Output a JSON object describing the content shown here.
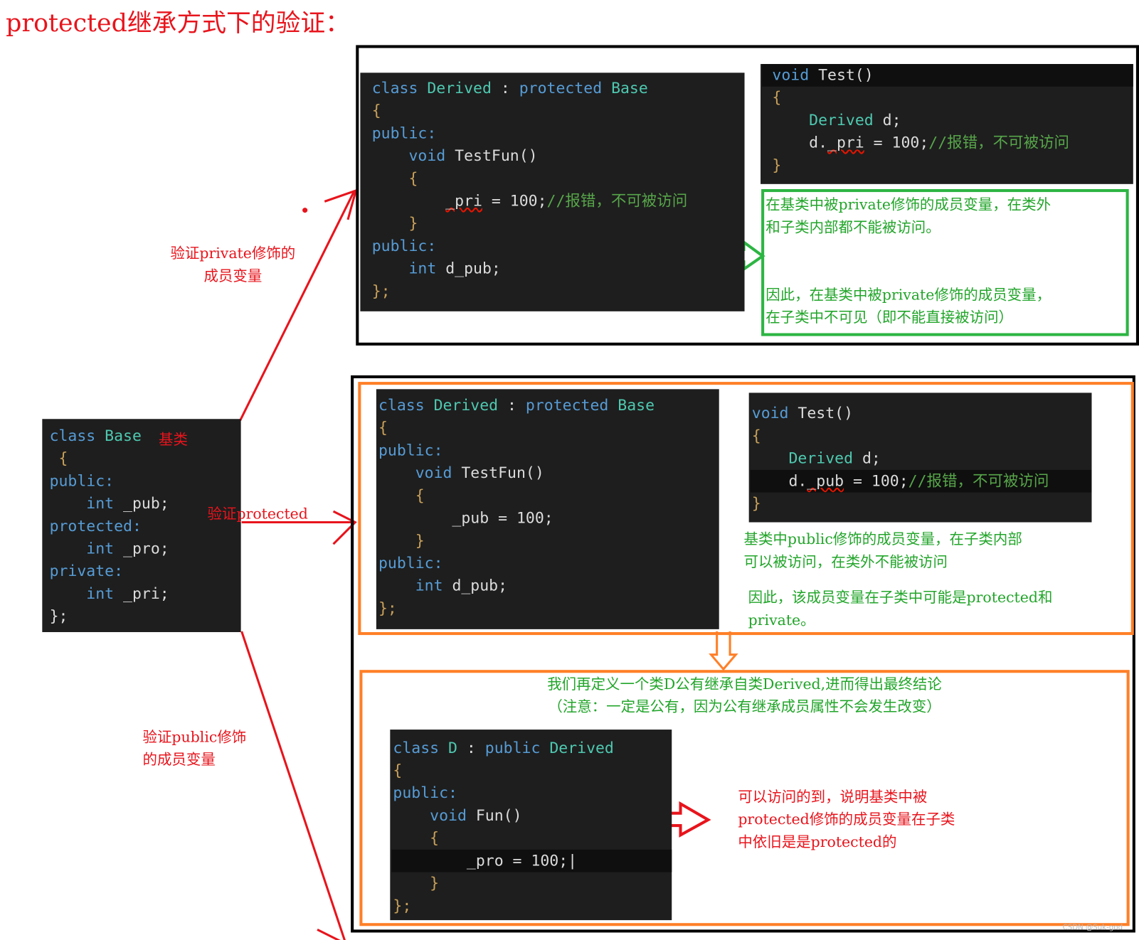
{
  "title": "protected继承方式下的验证：",
  "annotations": {
    "verify_private": [
      "验证private修饰的",
      "成员变量"
    ],
    "verify_protected": "验证protected",
    "verify_public": [
      "验证public修饰",
      "的成员变量"
    ],
    "base_label": "基类"
  },
  "colors": {
    "red": "#e8141c",
    "green": "#2db543",
    "orange": "#ff7f27",
    "code_bg": "#1e1e1e"
  },
  "code_blocks": {
    "base": [
      [
        {
          "t": "class ",
          "c": "k"
        },
        {
          "t": "Base",
          "c": "t"
        }
      ],
      [
        {
          "t": " {",
          "c": "b"
        }
      ],
      [
        {
          "t": "public:",
          "c": "k"
        }
      ],
      [
        {
          "t": "    int ",
          "c": "k"
        },
        {
          "t": "_pub;",
          "c": "p"
        }
      ],
      [
        {
          "t": "protected:",
          "c": "k"
        }
      ],
      [
        {
          "t": "    int ",
          "c": "k"
        },
        {
          "t": "_pro;",
          "c": "p"
        }
      ],
      [
        {
          "t": "private:",
          "c": "k"
        }
      ],
      [
        {
          "t": "    int ",
          "c": "k"
        },
        {
          "t": "_pri;",
          "c": "p"
        }
      ],
      [
        {
          "t": "};",
          "c": "p"
        }
      ]
    ],
    "derived1": [
      [
        {
          "t": "class ",
          "c": "k"
        },
        {
          "t": "Derived",
          "c": "t"
        },
        {
          "t": " : ",
          "c": "p"
        },
        {
          "t": "protected ",
          "c": "k"
        },
        {
          "t": "Base",
          "c": "t"
        }
      ],
      [
        {
          "t": "{",
          "c": "b"
        }
      ],
      [
        {
          "t": "public:",
          "c": "k"
        }
      ],
      [
        {
          "t": "    void ",
          "c": "k"
        },
        {
          "t": "TestFun()",
          "c": "p"
        }
      ],
      [
        {
          "t": "    {",
          "c": "b"
        }
      ],
      [
        {
          "t": "        ",
          "c": "p"
        },
        {
          "t": "_pri",
          "c": "p",
          "e": true
        },
        {
          "t": " = 100;",
          "c": "p"
        },
        {
          "t": "//报错，不可被访问",
          "c": "c"
        }
      ],
      [
        {
          "t": "    }",
          "c": "b"
        }
      ],
      [
        {
          "t": "public:",
          "c": "k"
        }
      ],
      [
        {
          "t": "    int ",
          "c": "k"
        },
        {
          "t": "d_pub;",
          "c": "p"
        }
      ],
      [
        {
          "t": "};",
          "c": "b"
        }
      ]
    ],
    "test1": [
      [
        {
          "t": "void ",
          "c": "k"
        },
        {
          "t": "Test()",
          "c": "p"
        }
      ],
      [
        {
          "t": "{",
          "c": "b"
        }
      ],
      [
        {
          "t": "    ",
          "c": "p"
        },
        {
          "t": "Derived",
          "c": "t"
        },
        {
          "t": " d;",
          "c": "p"
        }
      ],
      [
        {
          "t": "    d.",
          "c": "p"
        },
        {
          "t": "_pri",
          "c": "p",
          "e": true
        },
        {
          "t": " = 100;",
          "c": "p"
        },
        {
          "t": "//报错，不可被访问",
          "c": "c"
        }
      ],
      [
        {
          "t": "}",
          "c": "b"
        }
      ]
    ],
    "derived2": [
      [
        {
          "t": "class ",
          "c": "k"
        },
        {
          "t": "Derived",
          "c": "t"
        },
        {
          "t": " : ",
          "c": "p"
        },
        {
          "t": "protected ",
          "c": "k"
        },
        {
          "t": "Base",
          "c": "t"
        }
      ],
      [
        {
          "t": "{",
          "c": "b"
        }
      ],
      [
        {
          "t": "public:",
          "c": "k"
        }
      ],
      [
        {
          "t": "    void ",
          "c": "k"
        },
        {
          "t": "TestFun()",
          "c": "p"
        }
      ],
      [
        {
          "t": "    {",
          "c": "b"
        }
      ],
      [
        {
          "t": "        _pub = 100;",
          "c": "p"
        }
      ],
      [
        {
          "t": "    }",
          "c": "b"
        }
      ],
      [
        {
          "t": "public:",
          "c": "k"
        }
      ],
      [
        {
          "t": "    int ",
          "c": "k"
        },
        {
          "t": "d_pub;",
          "c": "p"
        }
      ],
      [
        {
          "t": "};",
          "c": "b"
        }
      ]
    ],
    "test2": [
      [
        {
          "t": "void ",
          "c": "k"
        },
        {
          "t": "Test()",
          "c": "p"
        }
      ],
      [
        {
          "t": "{",
          "c": "b"
        }
      ],
      [
        {
          "t": "    ",
          "c": "p"
        },
        {
          "t": "Derived",
          "c": "t"
        },
        {
          "t": " d;",
          "c": "p"
        }
      ],
      [
        {
          "t": "    d.",
          "c": "p"
        },
        {
          "t": "_pub",
          "c": "p",
          "e": true
        },
        {
          "t": " = 100;",
          "c": "p"
        },
        {
          "t": "//报错，不可被访问",
          "c": "c"
        }
      ],
      [
        {
          "t": "}",
          "c": "b"
        }
      ]
    ],
    "classD": [
      [
        {
          "t": "class ",
          "c": "k"
        },
        {
          "t": "D",
          "c": "t"
        },
        {
          "t": " : ",
          "c": "p"
        },
        {
          "t": "public ",
          "c": "k"
        },
        {
          "t": "Derived",
          "c": "t"
        }
      ],
      [
        {
          "t": "{",
          "c": "b"
        }
      ],
      [
        {
          "t": "public:",
          "c": "k"
        }
      ],
      [
        {
          "t": "    void ",
          "c": "k"
        },
        {
          "t": "Fun()",
          "c": "p"
        }
      ],
      [
        {
          "t": "    {",
          "c": "b"
        }
      ],
      [
        {
          "t": "        _pro = 100;|",
          "c": "p"
        }
      ],
      [
        {
          "t": "    }",
          "c": "b"
        }
      ],
      [
        {
          "t": "};",
          "c": "b"
        }
      ]
    ]
  },
  "notes": {
    "private_conclusion": [
      "在基类中被private修饰的成员变量，在类外",
      "和子类内部都不能被访问。",
      "因此，在基类中被private修饰的成员变量，",
      "在子类中不可见（即不能直接被访问）"
    ],
    "public_conclusion": [
      "基类中public修饰的成员变量，在子类内部",
      "可以被访问，在类外不能被访问",
      "因此，该成员变量在子类中可能是protected和",
      "private。"
    ],
    "define_d": [
      "我们再定义一个类D公有继承自类Derived,进而得出最终结论",
      "（注意：一定是公有，因为公有继承成员属性不会发生改变）"
    ],
    "protected_conclusion": [
      "可以访问的到，说明基类中被",
      "protected修饰的成员变量在子类",
      "中依旧是是protected的"
    ]
  },
  "watermark": "CSDN @Suk-god"
}
